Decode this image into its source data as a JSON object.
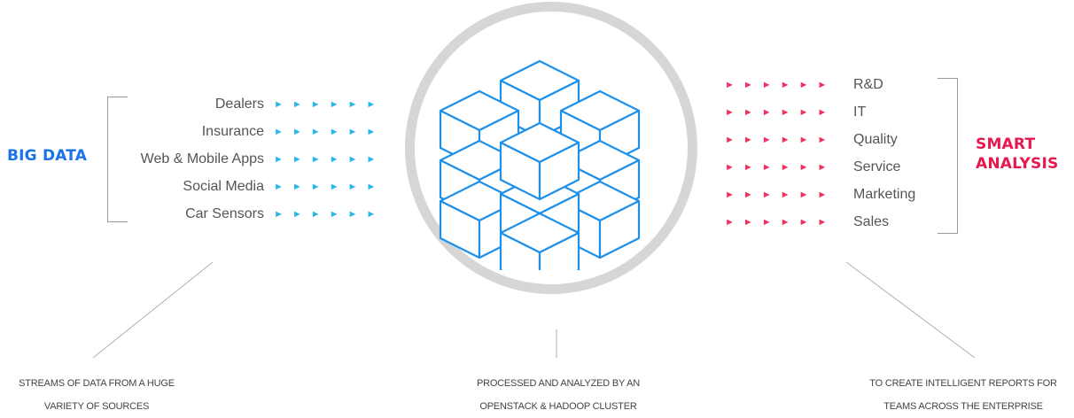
{
  "left": {
    "title": "BIG DATA",
    "sources": [
      "Dealers",
      "Insurance",
      "Web & Mobile Apps",
      "Social Media",
      "Car Sensors"
    ],
    "arrow_glyphs": "►►►►►►"
  },
  "right": {
    "title_line1": "SMART",
    "title_line2": "ANALYSIS",
    "targets": [
      "R&D",
      "IT",
      "Quality",
      "Service",
      "Marketing",
      "Sales"
    ],
    "arrow_glyphs": "►►►►►►"
  },
  "captions": {
    "left": [
      "STREAMS OF DATA FROM A HUGE",
      "VARIETY OF SOURCES"
    ],
    "middle": [
      "PROCESSED AND ANALYZED BY AN",
      "OPENSTACK & HADOOP CLUSTER"
    ],
    "right": [
      "TO CREATE INTELLIGENT REPORTS FOR",
      "TEAMS ACROSS THE ENTERPRISE"
    ]
  },
  "colors": {
    "blue_title": "#1a73e8",
    "blue_arrows": "#29b6e8",
    "red_title": "#e8174e",
    "red_arrows": "#f0315e",
    "cube_stroke": "#1e90e8",
    "circle": "#d6d6d6"
  },
  "icons": {
    "center": "cube-cluster-icon"
  }
}
